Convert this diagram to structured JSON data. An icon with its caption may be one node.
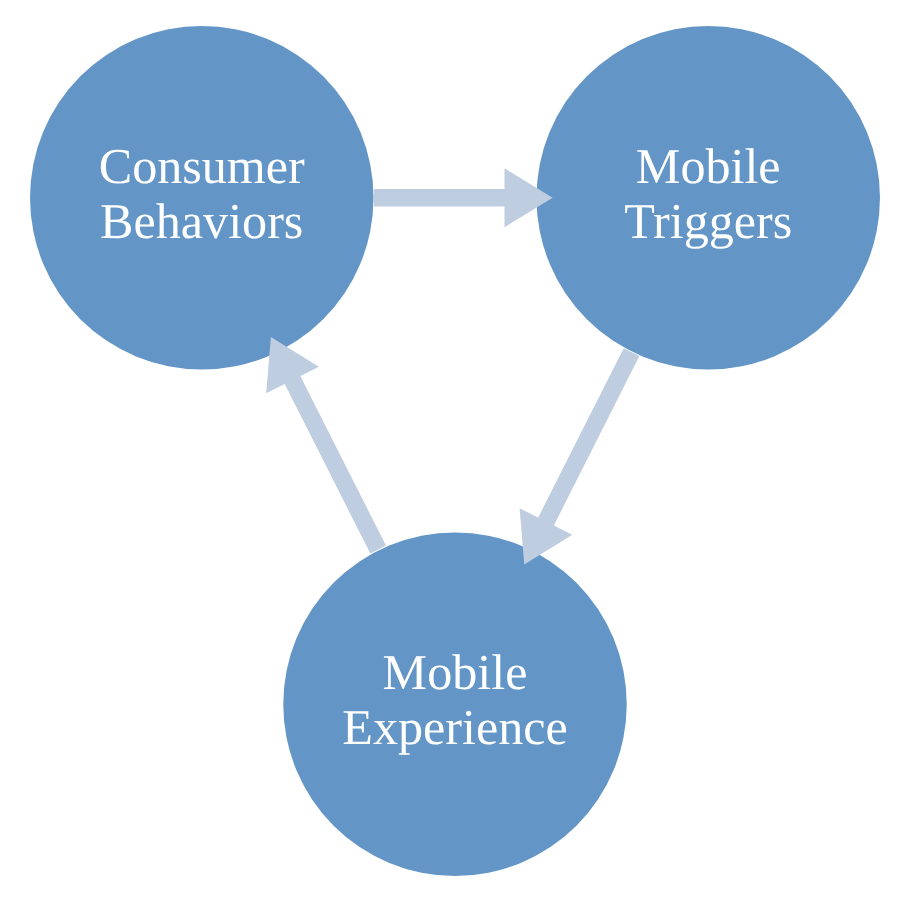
{
  "diagram": {
    "nodes": [
      {
        "text": [
          "Consumer Behaviors"
        ]
      },
      {
        "text": [
          "Mobile Triggers"
        ]
      },
      {
        "text": [
          "Mobile Experience"
        ]
      }
    ],
    "edges": [
      {
        "from": 0,
        "to": 1,
        "arrow": "to"
      },
      {
        "from": 1,
        "to": 2,
        "arrow": "to"
      },
      {
        "from": 2,
        "to": 0,
        "arrow": "to"
      }
    ]
  }
}
